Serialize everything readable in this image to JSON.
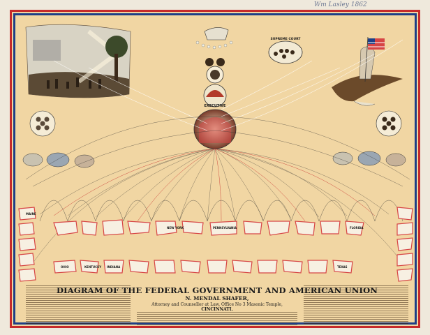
{
  "inscription": "Wm Lasley 1862",
  "title": {
    "main": "DIAGRAM OF THE FEDERAL GOVERNMENT AND AMERICAN UNION",
    "author": "N. MENDAL SHAFER,",
    "credentials": "Attorney and Counsellor at Law, Office No 3 Masonic Temple,",
    "city": "CINCINNATI."
  },
  "labels": {
    "executive": "EXECUTIVE",
    "supreme_court": "SUPREME COURT",
    "new_york": "NEW YORK",
    "pennsylvania": "PENNSYLVANIA",
    "ohio": "OHIO",
    "kentucky": "KENTUCKY",
    "indiana": "INDIANA",
    "texas": "TEXAS",
    "maine": "MAINE",
    "florida": "FLORIDA"
  },
  "colors": {
    "background": "#f1d6a3",
    "border_red": "#c62a2a",
    "border_blue": "#1e3f86",
    "state_red": "#d64545",
    "line_dark": "#2b2b2b"
  }
}
